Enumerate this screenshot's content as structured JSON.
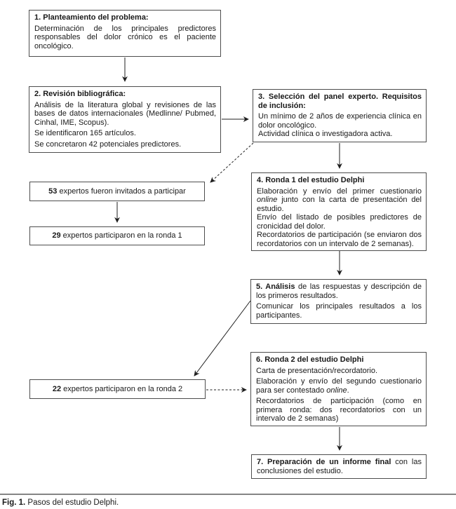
{
  "figure": {
    "caption_label": "Fig. 1.",
    "caption_text": " Pasos del estudio Delphi."
  },
  "colors": {
    "box_border": "#4d4d4d",
    "arrow": "#1f1f1f",
    "separator": "#858585",
    "background": "#ffffff"
  },
  "boxes": {
    "step1": {
      "title": "1. Planteamiento del problema:",
      "body": "Determinación de los principales predictores responsables del dolor crónico es el paciente oncológico."
    },
    "step2": {
      "title": "2. Revisión bibliográfica:",
      "p1": "Análisis de la literatura global y revisiones de las bases de datos internacionales (Medlinne/ Pubmed, Cinhal, IME, Scopus).",
      "p2": "Se identificaron 165 artículos.",
      "p3": "Se concretaron 42 potenciales predictores."
    },
    "step3": {
      "title": "3. Selección del panel experto. Requisitos de inclusión:",
      "p1": "Un mínimo de 2 años de experiencia clínica en dolor oncológico.",
      "p2": "Actividad clínica o investigadora activa."
    },
    "step4": {
      "title": "4. Ronda 1 del estudio Delphi",
      "p1_pre": "Elaboración y envío del primer cuestionario ",
      "p1_italic": "online",
      "p1_post": " junto con la carta de presentación del estudio.",
      "p2": "Envío del listado de posibles predictores de cronicidad del dolor.",
      "p3": "Recordatorios de participación (se enviaron dos recordatorios con un intervalo de 2 semanas)."
    },
    "step5": {
      "p1_bold": "5. Análisis",
      "p1_rest": " de las respuestas y descripción de los primeros resultados.",
      "p2": "Comunicar los principales resultados a los participantes."
    },
    "step6": {
      "title": "6. Ronda 2 del estudio Delphi",
      "p1": "Carta de presentación/recordatorio.",
      "p2_pre": "Elaboración y envío del segundo cuestionario para ser contestado ",
      "p2_italic": "online",
      "p2_post": ".",
      "p3": "Recordatorios de participación (como en primera ronda: dos recordatorios con un intervalo de 2 semanas)"
    },
    "step7": {
      "title_bold": "7. Preparación de un informe final",
      "rest": " con las conclusiones del estudio."
    },
    "experts_invited": {
      "count": "53",
      "rest": " expertos fueron invitados a participar"
    },
    "round1_participants": {
      "count": "29",
      "rest": " expertos participaron en la ronda 1"
    },
    "round2_participants": {
      "count": "22",
      "rest": " expertos participaron en la ronda 2"
    }
  }
}
